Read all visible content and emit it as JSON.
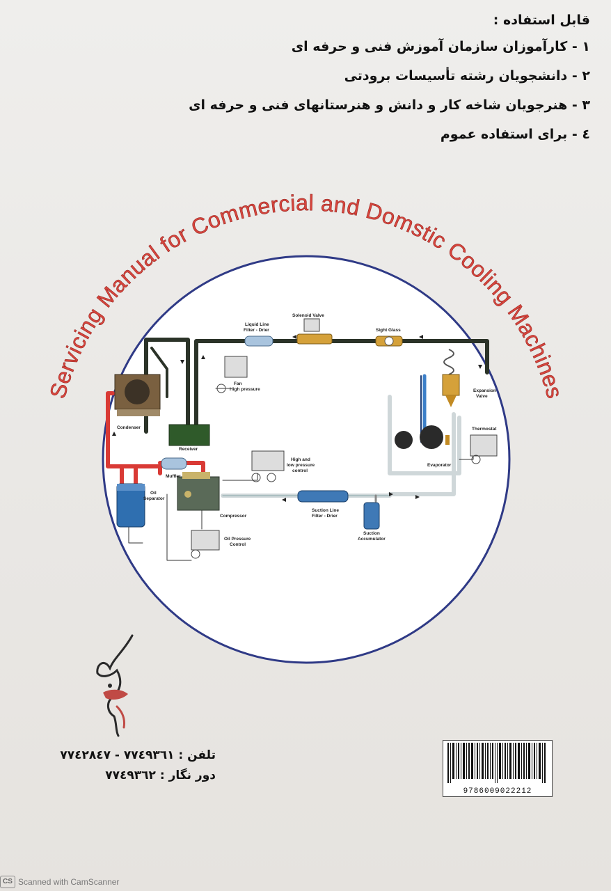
{
  "usage": {
    "heading": "قابل استفاده :",
    "items": [
      "١ - کارآموزان سازمان آموزش فنی و حرفه ای",
      "٢ - دانشجویان رشته تأسیسات برودتی",
      "٣ - هنرجویان شاخه کار و دانش و هنرستانهای فنی و حرفه ای",
      "٤ - برای استفاده عموم"
    ]
  },
  "circle_title": "Servicing Manual for Commercial and Domstic Cooling Machines",
  "diagram": {
    "labels": {
      "solenoid_valve": "Solenoid Valve",
      "liquid_line_filter": "Liquid Line",
      "liquid_line_filter_2": "Filter - Drier",
      "sight_glass": "Sight Glass",
      "fan": "Fan",
      "high_pressure": "High pressure",
      "condenser": "Condenser",
      "receiver": "Receiver",
      "expansion_valve": "Expansion",
      "expansion_valve_2": "Valve",
      "thermostat": "Thermostat",
      "evaporator": "Evaporator",
      "high_low_control": "High and",
      "high_low_control_2": "low pressure",
      "high_low_control_3": "control",
      "muffler": "Muffler",
      "oil_separator": "Oil",
      "oil_separator_2": "Separator",
      "compressor": "Compressor",
      "suction_filter": "Suction Line",
      "suction_filter_2": "Filter - Drier",
      "suction_accumulator": "Suction",
      "suction_accumulator_2": "Accumulator",
      "oil_pressure_control": "Oil Pressure",
      "oil_pressure_control_2": "Control"
    }
  },
  "contact": {
    "phone": "تلفن : ٧٧٤٩٣٦١ - ٧٧٤٢٨٤٧",
    "fax": "دور نگار : ٧٧٤٩٣٦٢"
  },
  "barcode": {
    "number": "9786009022212"
  },
  "watermark": {
    "badge": "CS",
    "text": "Scanned with CamScanner"
  },
  "colors": {
    "title_red": "#d7453d",
    "circle_blue": "#2f3a86",
    "hot_line": "#d93a35",
    "cold_line": "#3c7fc8",
    "pipe_dark": "#2b3328"
  }
}
